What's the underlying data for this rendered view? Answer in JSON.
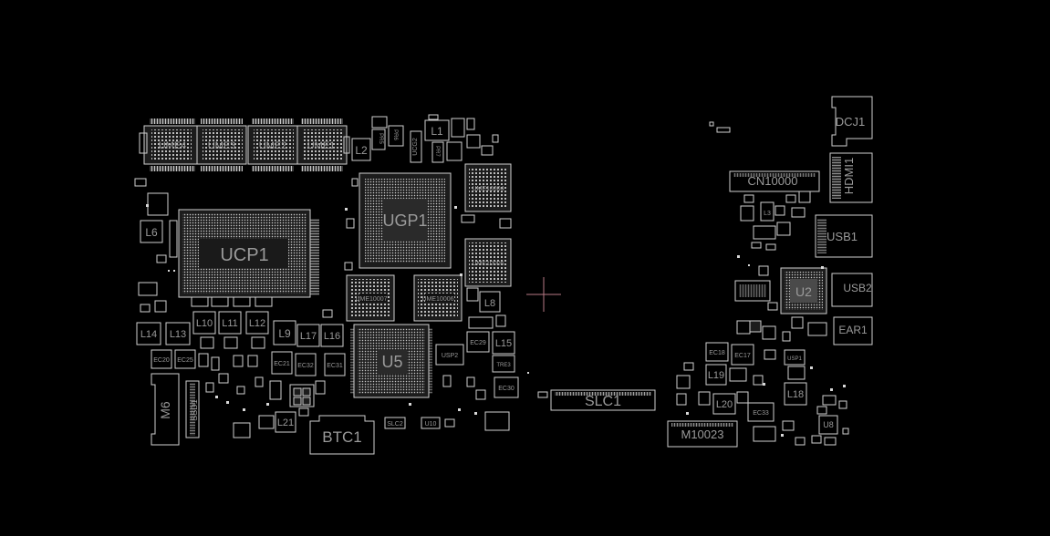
{
  "labels": {
    "ume4": "UME4",
    "ume3": "UME3",
    "ume2": "UME2",
    "ume1": "UME1",
    "l2": "L2",
    "l1": "L1",
    "pr5": "PR5",
    "pr6": "PR6",
    "ucg2": "UCG2",
    "pr7": "PR7",
    "ugp1": "UGP1",
    "ucp1": "UCP1",
    "ume10004": "UME10004",
    "ume10005": "UME10005",
    "ume10007": "UME10007",
    "ume10006": "UME10006",
    "u5": "U5",
    "l6": "L6",
    "l8": "L8",
    "l10": "L10",
    "l11": "L11",
    "l12": "L12",
    "l9": "L9",
    "l17": "L17",
    "l16": "L16",
    "l14": "L14",
    "l13": "L13",
    "l15": "L15",
    "ec20": "EC20",
    "ec25": "EC25",
    "ec21": "EC21",
    "ec32": "EC32",
    "ec31": "EC31",
    "ec29": "EC29",
    "ec30": "EC30",
    "usp2": "USP2",
    "tre3": "TRE3",
    "m6": "M6",
    "ssd1": "SSD1",
    "l21": "L21",
    "btc1": "BTC1",
    "slc2": "SLC2",
    "u10": "U10",
    "slc1": "SLC1",
    "dcj1": "DCJ1",
    "hdmi1": "HDMI1",
    "cn10000": "CN10000",
    "usb1": "USB1",
    "u2": "U2",
    "usb2": "USB2",
    "ear1": "EAR1",
    "ec18": "EC18",
    "ec17": "EC17",
    "usp1": "USP1",
    "l19": "L19",
    "l18": "L18",
    "l20": "L20",
    "ec33": "EC33",
    "m10023": "M10023",
    "u8": "U8",
    "l3": "L3"
  }
}
